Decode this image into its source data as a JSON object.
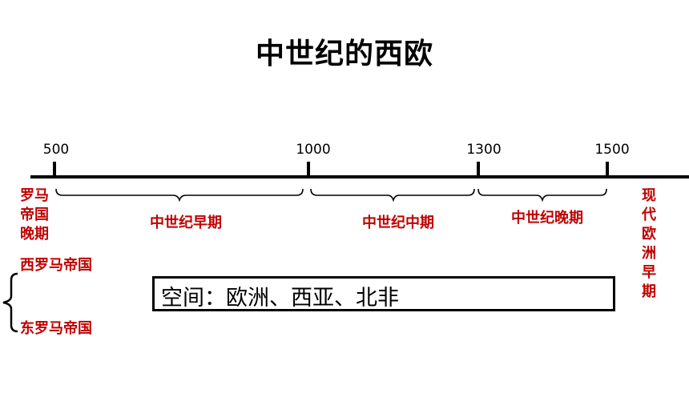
{
  "title": "中世纪的西欧",
  "timeline": {
    "ticks": [
      "500",
      "1000",
      "1300",
      "1500"
    ],
    "periods": [
      "中世纪早期",
      "中世纪中期",
      "中世纪晚期"
    ],
    "before": "罗马帝国晚期",
    "after": "现代欧洲早期"
  },
  "empires": {
    "west": "西罗马帝国",
    "east": "东罗马帝国"
  },
  "info_box": "空间：欧洲、西亚、北非",
  "colors": {
    "accent": "#c00000",
    "line": "#000000"
  }
}
